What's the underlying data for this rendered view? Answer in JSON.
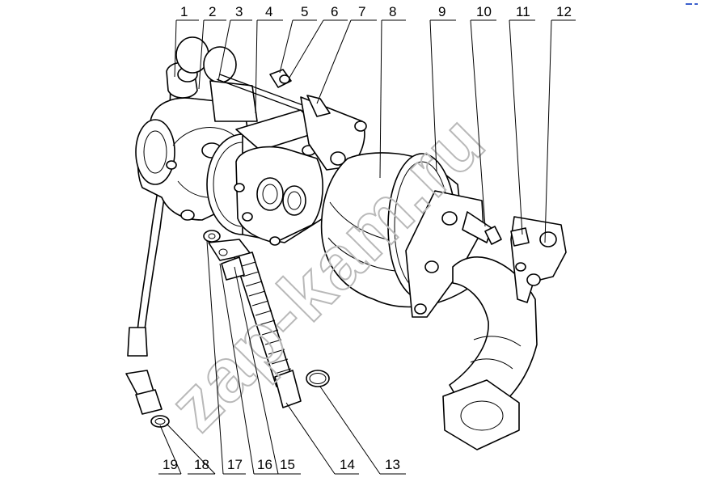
{
  "callouts": [
    "1",
    "2",
    "3",
    "4",
    "5",
    "6",
    "7",
    "8",
    "9",
    "10",
    "11",
    "12",
    "13",
    "14",
    "15",
    "16",
    "17",
    "18",
    "19"
  ],
  "watermark": "zap-kam.ru",
  "corner_mark_color": "#3a5fcd"
}
